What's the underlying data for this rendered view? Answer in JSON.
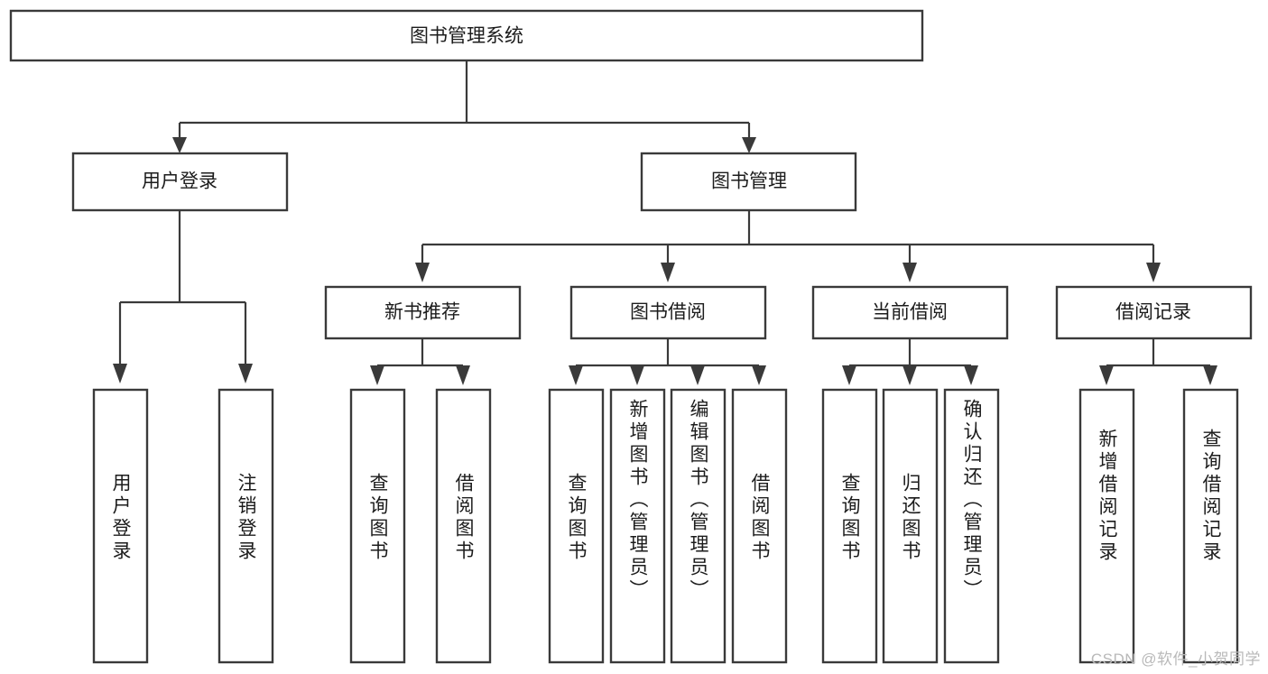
{
  "diagram": {
    "title_node": {
      "label": "图书管理系统"
    },
    "level2": [
      {
        "id": "user-login",
        "label": "用户登录"
      },
      {
        "id": "book-management",
        "label": "图书管理"
      }
    ],
    "level3": [
      {
        "id": "new-book-recommend",
        "label": "新书推荐"
      },
      {
        "id": "book-borrow",
        "label": "图书借阅"
      },
      {
        "id": "current-borrow",
        "label": "当前借阅"
      },
      {
        "id": "borrow-record",
        "label": "借阅记录"
      }
    ],
    "leaves": {
      "user-login": [
        {
          "id": "leaf-user-login",
          "label": "用户登录"
        },
        {
          "id": "leaf-logout-login",
          "label": "注销登录"
        }
      ],
      "new-book-recommend": [
        {
          "id": "leaf-query-book-1",
          "label": "查询图书"
        },
        {
          "id": "leaf-borrow-book-1",
          "label": "借阅图书"
        }
      ],
      "book-borrow": [
        {
          "id": "leaf-query-book-2",
          "label": "查询图书"
        },
        {
          "id": "leaf-add-book-admin",
          "label": "新增图书（管理员）"
        },
        {
          "id": "leaf-edit-book-admin",
          "label": "编辑图书（管理员）"
        },
        {
          "id": "leaf-borrow-book-2",
          "label": "借阅图书"
        }
      ],
      "current-borrow": [
        {
          "id": "leaf-query-book-3",
          "label": "查询图书"
        },
        {
          "id": "leaf-return-book",
          "label": "归还图书"
        },
        {
          "id": "leaf-confirm-return-admin",
          "label": "确认归还（管理员）"
        }
      ],
      "borrow-record": [
        {
          "id": "leaf-add-borrow-record",
          "label": "新增借阅记录"
        },
        {
          "id": "leaf-query-borrow-record",
          "label": "查询借阅记录"
        }
      ]
    }
  },
  "watermark": {
    "text": "CSDN @软件_小贺同学"
  },
  "colors": {
    "stroke": "#3a3a3a",
    "box_fill": "#ffffff",
    "text": "#1c1c1c",
    "watermark": "#b9b9b9",
    "background": "#ffffff"
  }
}
